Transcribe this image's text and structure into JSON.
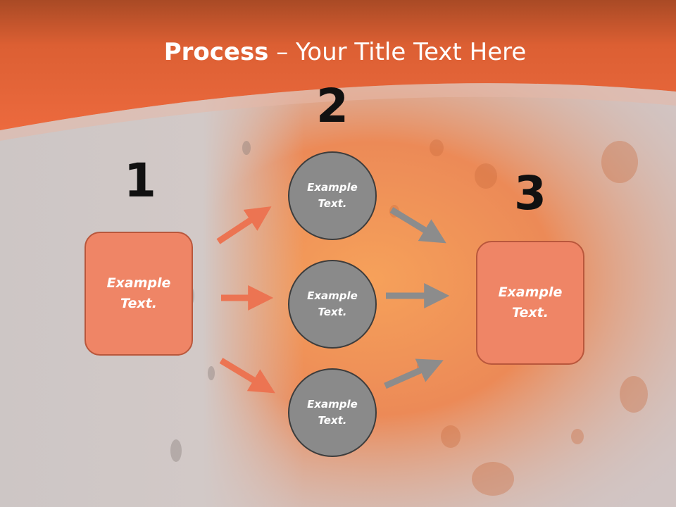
{
  "slide": {
    "title_bold": "Process",
    "title_rest": " – Your Title Text Here"
  },
  "steps": {
    "step1": {
      "number": "1",
      "box_text": "Example Text."
    },
    "step2": {
      "number": "2",
      "circles": [
        "Example Text.",
        "Example Text.",
        "Example Text."
      ]
    },
    "step3": {
      "number": "3",
      "box_text": "Example Text."
    }
  },
  "colors": {
    "header": "#e9683d",
    "box_fill": "#ef8566",
    "box_border": "#b9573c",
    "circle_fill": "#8a8a8a",
    "circle_border": "#3d3d3d",
    "arrow_orange": "#ec7452",
    "arrow_gray": "#8c8c8c",
    "number_text": "#111111"
  }
}
